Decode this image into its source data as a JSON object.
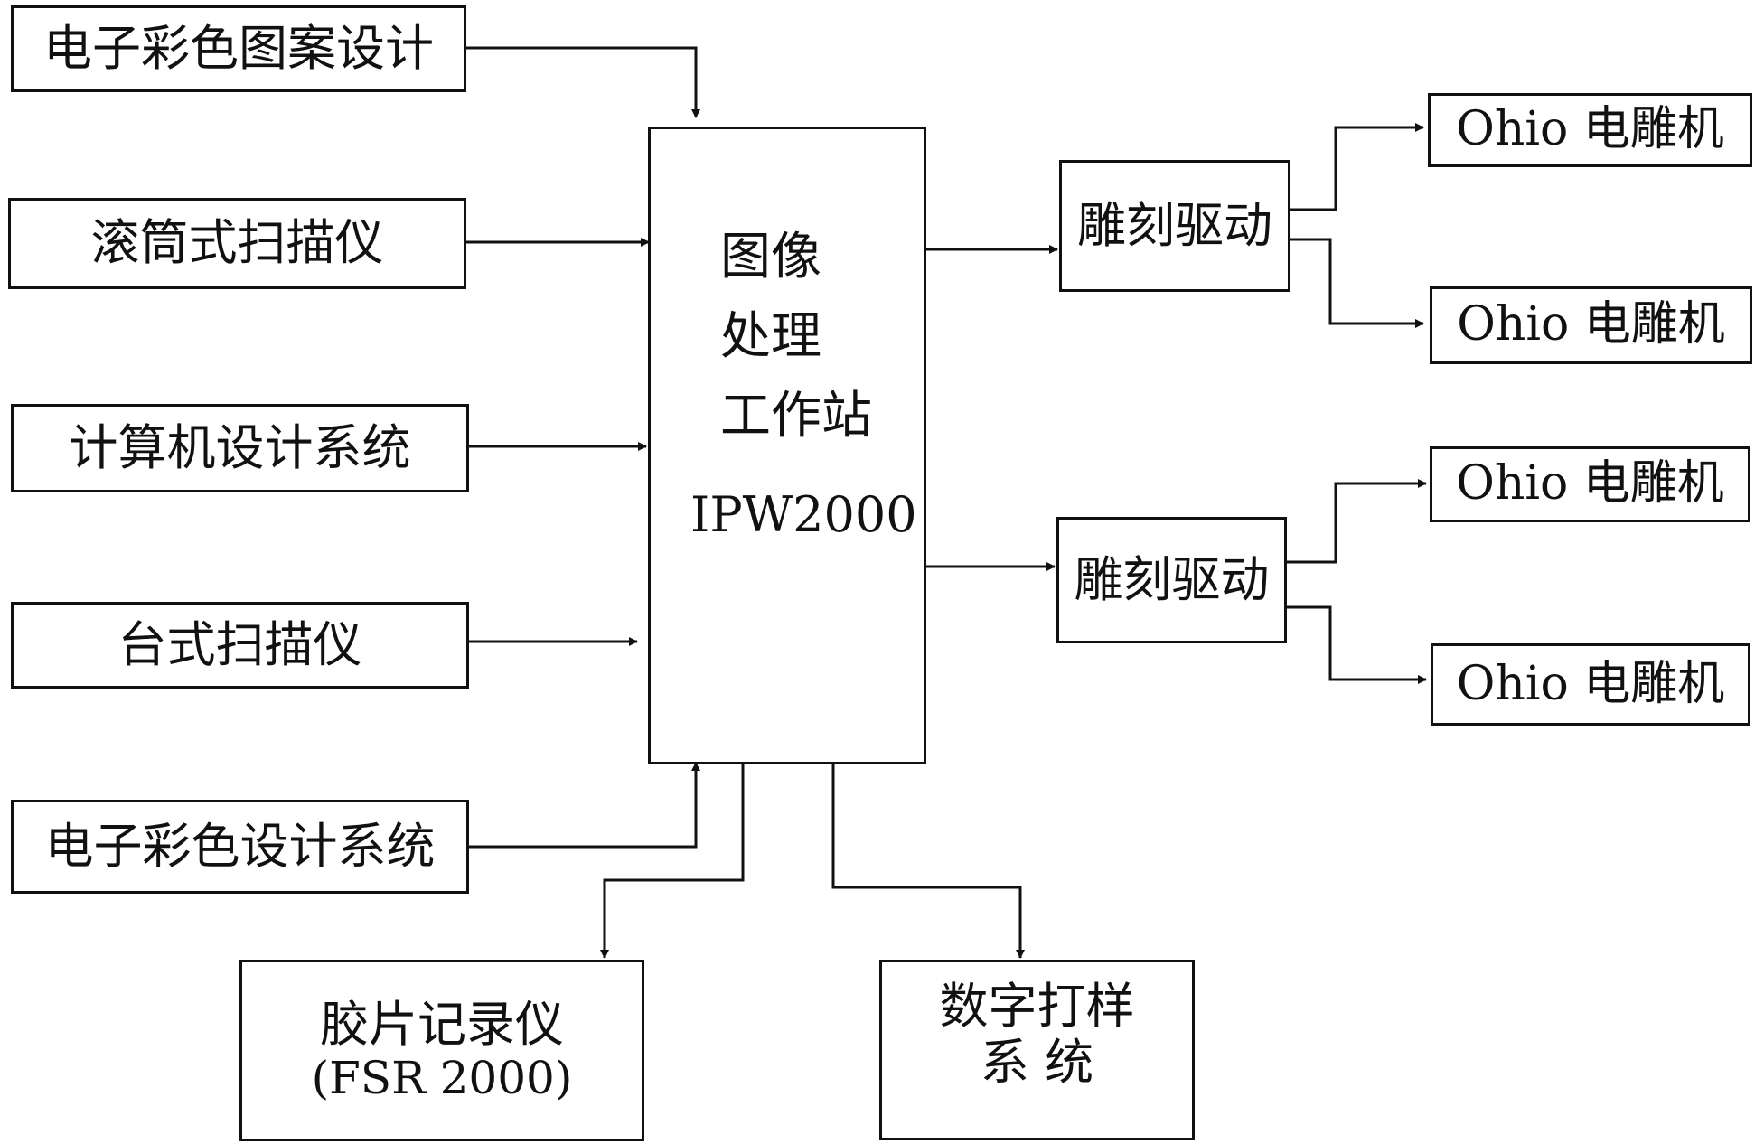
{
  "inputs": {
    "electronic_pattern_design": "电子彩色图案设计",
    "drum_scanner": "滚筒式扫描仪",
    "computer_design_system": "计算机设计系统",
    "flatbed_scanner": "台式扫描仪",
    "electronic_color_design_system": "电子彩色设计系统"
  },
  "workstation": {
    "line1": "图像",
    "line2": "处理",
    "line3": "工作站",
    "model": "IPW2000"
  },
  "engraving_drives": [
    {
      "label": "雕刻驱动"
    },
    {
      "label": "雕刻驱动"
    }
  ],
  "engravers": [
    {
      "label": "Ohio 电雕机"
    },
    {
      "label": "Ohio 电雕机"
    },
    {
      "label": "Ohio 电雕机"
    },
    {
      "label": "Ohio 电雕机"
    }
  ],
  "film_recorder": {
    "line1": "胶片记录仪",
    "line2": "(FSR  2000)"
  },
  "digital_proofing": {
    "line1": "数字打样",
    "line2": "系  统"
  }
}
